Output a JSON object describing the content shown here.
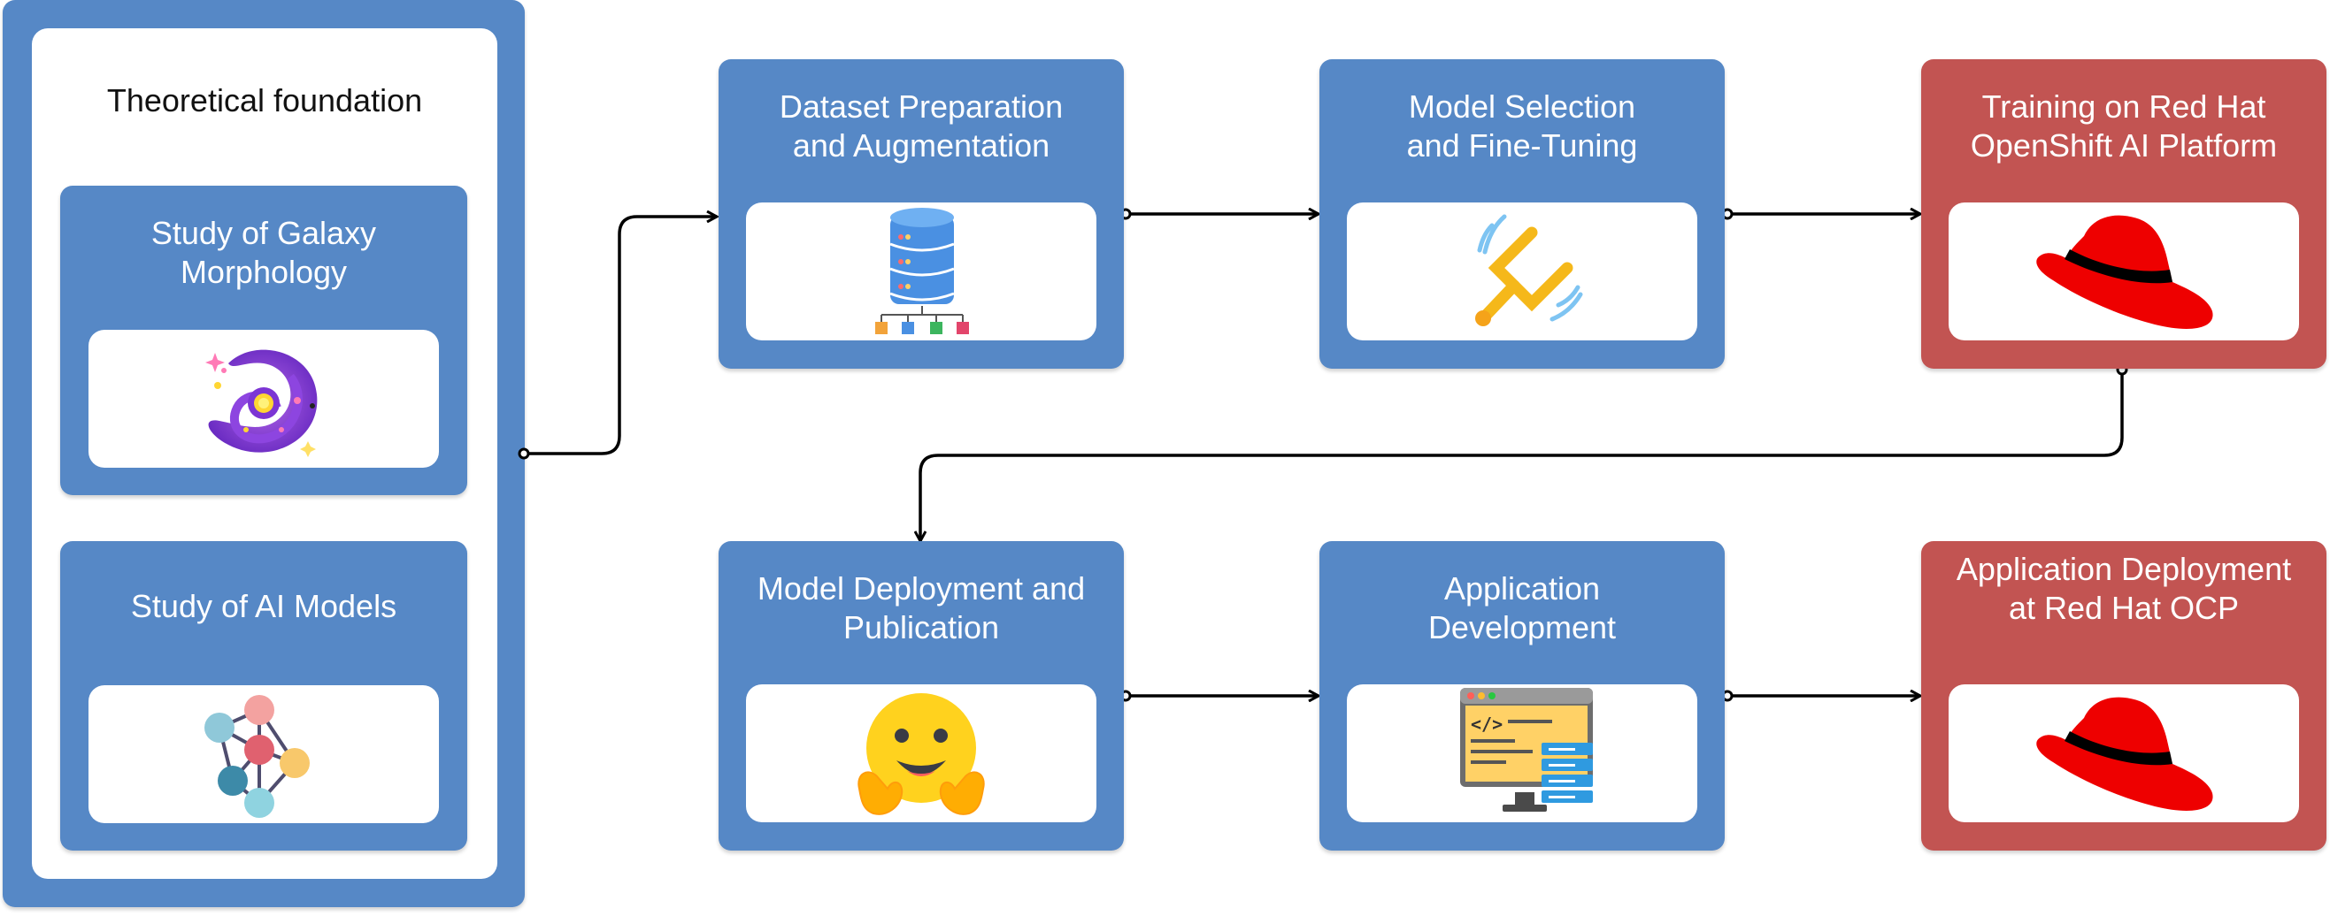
{
  "foundation": {
    "title": "Theoretical foundation",
    "cards": [
      {
        "label": "Study of Galaxy Morphology",
        "icon": "galaxy-icon"
      },
      {
        "label": "Study of AI Models",
        "icon": "neural-network-icon"
      }
    ]
  },
  "steps": [
    {
      "label": "Dataset Preparation and Augmentation",
      "icon": "database-icon",
      "color": "#5688c6"
    },
    {
      "label": "Model Selection and Fine-Tuning",
      "icon": "tuning-fork-icon",
      "color": "#5688c6"
    },
    {
      "label": "Training on Red Hat OpenShift AI Platform",
      "icon": "red-hat-icon",
      "color": "#c25452"
    },
    {
      "label": "Model Deployment and Publication",
      "icon": "hugging-face-icon",
      "color": "#5688c6"
    },
    {
      "label": "Application Development",
      "icon": "code-monitor-icon",
      "color": "#5688c6"
    },
    {
      "label": "Application Deployment at Red Hat OCP",
      "icon": "red-hat-icon",
      "color": "#c25452"
    }
  ]
}
